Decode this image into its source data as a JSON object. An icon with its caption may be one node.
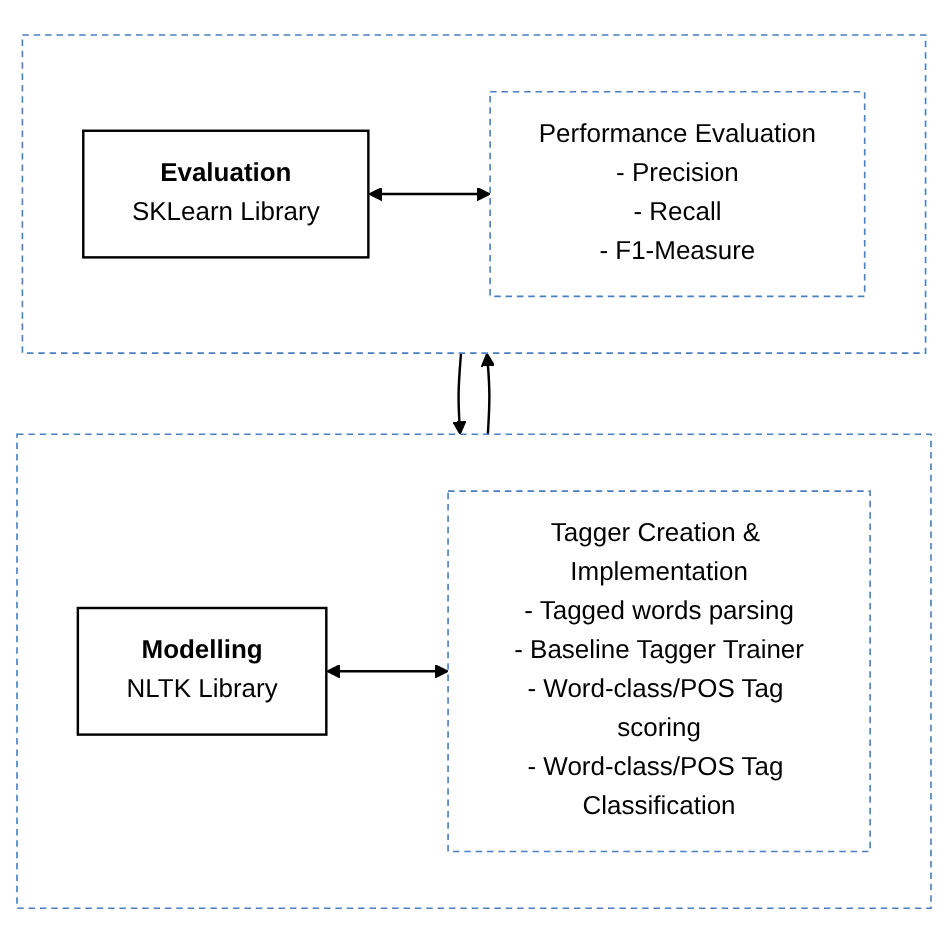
{
  "diagram": {
    "nodes": [
      {
        "text": [],
        "shape": "box"
      },
      {
        "text": [
          "Modelling",
          "NLTK Library"
        ],
        "in": 0
      },
      {
        "text": [
          "Tagger Creation & Implementation",
          "- Tagged words parsing",
          "- Baseline Tagger Trainer",
          "- Word-class/POS Tag scoring",
          "- Word-class/POS Tag Classification"
        ],
        "in": 0
      },
      {
        "text": [],
        "shape": "box"
      },
      {
        "text": [
          "Evaluation",
          "SKLearn Library"
        ],
        "in": 3
      },
      {
        "text": [
          "Performance Evaluation",
          "- Precision",
          "- Recall",
          "- F1-Measure"
        ],
        "in": 3
      }
    ],
    "edges": [
      {
        "from": 1,
        "to": 2,
        "arrow": "both"
      },
      {
        "from": 0,
        "to": 3,
        "arrow": "to"
      },
      {
        "from": 3,
        "to": 0,
        "arrow": "to"
      },
      {
        "from": 4,
        "to": 5,
        "arrow": "both"
      }
    ]
  }
}
